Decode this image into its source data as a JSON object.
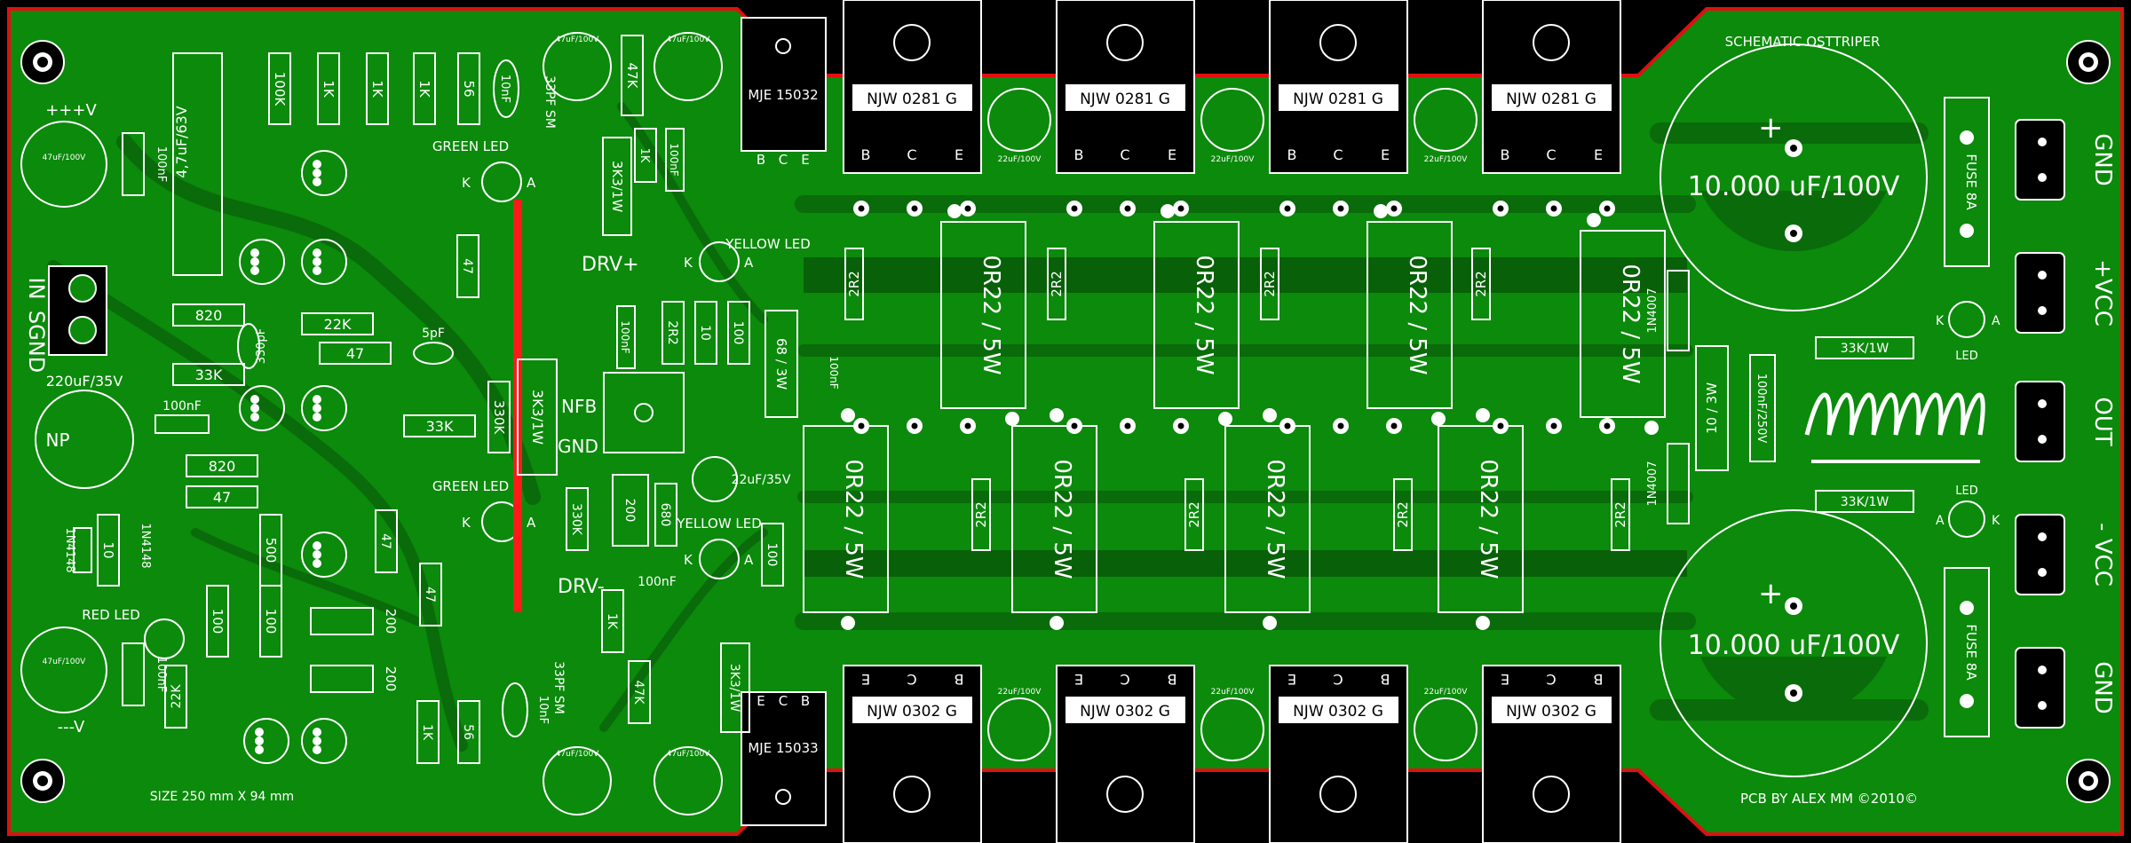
{
  "board": {
    "colors": {
      "background": "#000000",
      "copper": "#0b8a0b",
      "trace": "#0a6b0a",
      "outline": "#e01010",
      "silk": "#ffffff",
      "jumper": "#ff1a1a"
    },
    "title": "SCHEMATIC OSTTRIPER",
    "credit": "PCB BY ALEX MM ©2010©",
    "size": "SIZE 250 mm X 94 mm",
    "connectors": {
      "in": "IN",
      "sgnd": "SGND",
      "gnd_top": "GND",
      "vcc_plus": "+VCC",
      "out": "OUT",
      "vcc_minus": "- VCC",
      "gnd_bottom": "GND",
      "plus_v": "+++V",
      "minus_v": "---V"
    },
    "caps": {
      "big": "10.000 uF/100V",
      "c470": "47uF/100V",
      "c22": "22uF/100V",
      "c100n": "100nF",
      "c220": "220uF/35V",
      "np": "NP",
      "c47_63": "4,7uF/63V",
      "c330p": "330pF",
      "c5p": "5pF",
      "c22_35": "22uF/35V",
      "c33p": "33PF SM",
      "c10n": "10nF",
      "c100n250": "100nF/250V"
    },
    "transistors": {
      "njw281": "NJW 0281 G",
      "njw302": "NJW 0302 G",
      "mje032": "MJE 15032",
      "mje033": "MJE 15033",
      "b": "B",
      "c": "C",
      "e": "E"
    },
    "resistors": {
      "r0r22": "0R22 / 5W",
      "r2r2": "2R2",
      "r100k": "100K",
      "r1k": "1K",
      "r56": "56",
      "r47k": "47K",
      "r33k_1w": "33K/1W",
      "r22k": "22K",
      "r820": "820",
      "r33k": "33K",
      "r47": "47",
      "r330k": "330K",
      "r3k3": "3K3/1W",
      "r10": "10",
      "r100": "100",
      "r68": "68 / 3W",
      "r680": "680",
      "r200": "200",
      "r500": "500",
      "r10_3w": "10 / 3W",
      "r1k_b": "1K"
    },
    "leds": {
      "green": "GREEN LED",
      "yellow": "YELLOW LED",
      "red": "RED LED",
      "led": "LED",
      "k": "K",
      "a": "A"
    },
    "labels": {
      "drv_plus": "DRV+",
      "drv_minus": "DRV-",
      "nfb": "NFB",
      "gnd": "GND",
      "fuse": "FUSE 8A",
      "diode": "1N4007",
      "diode_small": "1N4148"
    }
  }
}
